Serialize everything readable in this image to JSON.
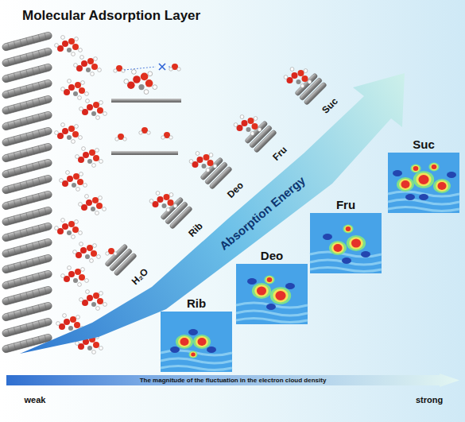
{
  "diagram": {
    "title": "Molecular Adsorption Layer",
    "nodes": [
      {
        "text": [
          "Rib"
        ]
      },
      {
        "text": [
          "Deo"
        ]
      },
      {
        "text": [
          "Fru"
        ]
      },
      {
        "text": [
          "Suc"
        ]
      },
      {
        "text": [
          "The magnitude of the fluctuation in the electron cloud density"
        ]
      }
    ],
    "labels": [
      "H₂O",
      "Rib",
      "Deo",
      "Fru",
      "Suc",
      "Absorption Energy",
      "weak",
      "strong"
    ]
  }
}
